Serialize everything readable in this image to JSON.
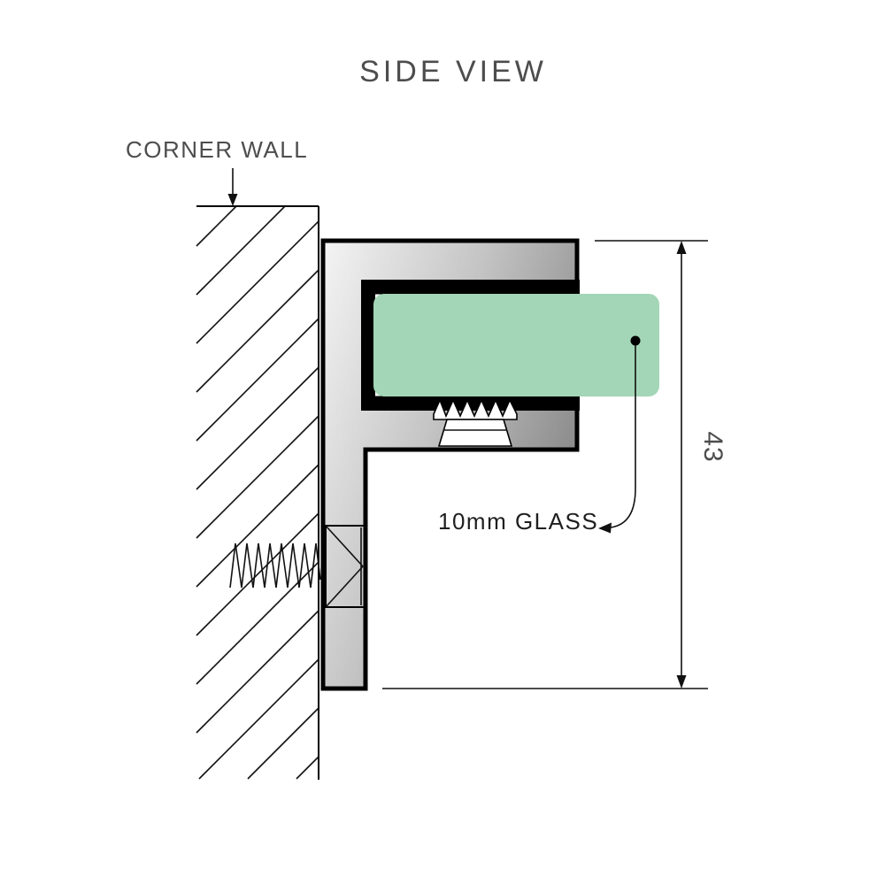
{
  "diagram": {
    "title": "SIDE VIEW",
    "labels": {
      "wall": "CORNER WALL",
      "glass": "10mm GLASS",
      "dimension": "43"
    },
    "colors": {
      "background": "#ffffff",
      "line": "#000000",
      "text_gray": "#4d4d4d",
      "text_dark": "#1f1f1f",
      "glass": "#a3d6b6",
      "bracket_light": "#f4f4f4",
      "bracket_mid": "#c4c4c4",
      "bracket_dark": "#878787"
    }
  }
}
